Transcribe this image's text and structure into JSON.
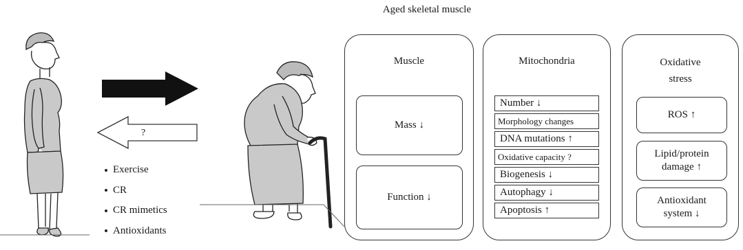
{
  "title": "Aged skeletal muscle",
  "arrow_question": "?",
  "interventions": [
    "Exercise",
    "CR",
    "CR mimetics",
    "Antioxidants"
  ],
  "panels": {
    "muscle": {
      "title": "Muscle",
      "items": [
        "Mass ↓",
        "Function ↓"
      ]
    },
    "mitochondria": {
      "title": "Mitochondria",
      "items": [
        "Number ↓",
        "Morphology changes",
        "DNA mutations ↑",
        "Oxidative capacity ?",
        "Biogenesis ↓",
        "Autophagy ↓",
        "Apoptosis ↑"
      ]
    },
    "oxidative": {
      "title_line1": "Oxidative",
      "title_line2": "stress",
      "items": [
        "ROS ↑",
        "Lipid/protein",
        "damage ↑",
        "Antioxidant",
        "system ↓"
      ]
    }
  }
}
